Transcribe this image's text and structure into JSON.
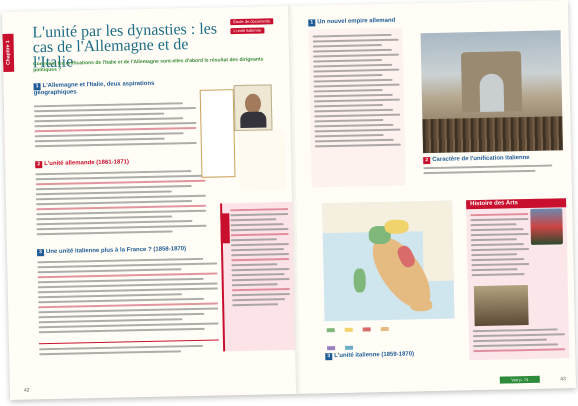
{
  "left_page": {
    "side_tab": "Chapitre 1",
    "title": "L'unité par les dynasties : les cas de l'Allemagne et de l'Italie",
    "chips": [
      "Étude de documents",
      "L'unité italienne"
    ],
    "problem": "Comment les unifications de l'Italie et de l'Allemagne sont-elles d'abord le résultat des dirigeants politiques ?",
    "sections": [
      {
        "num": "1",
        "title": "L'Allemagne et l'Italie, deux aspirations géographiques"
      },
      {
        "num": "2",
        "title": "L'unité allemande (1861-1871)"
      },
      {
        "num": "3",
        "title": "Une unité italienne plus à la France ? (1858-1870)"
      }
    ],
    "page_number": "42"
  },
  "right_page": {
    "doc1_title": "Un nouvel empire allemand",
    "doc2_title": "Caractère de l'unification italienne",
    "box_title": "Histoire des Arts",
    "doc3_title": "L'unité italienne (1859-1870)",
    "footer_tag": "Voir p. 74",
    "page_number": "43"
  },
  "colors": {
    "accent_red": "#c8102e",
    "title_blue": "#1d6c86",
    "section_blue": "#1e5b96",
    "problem_green": "#3b8a3b"
  }
}
